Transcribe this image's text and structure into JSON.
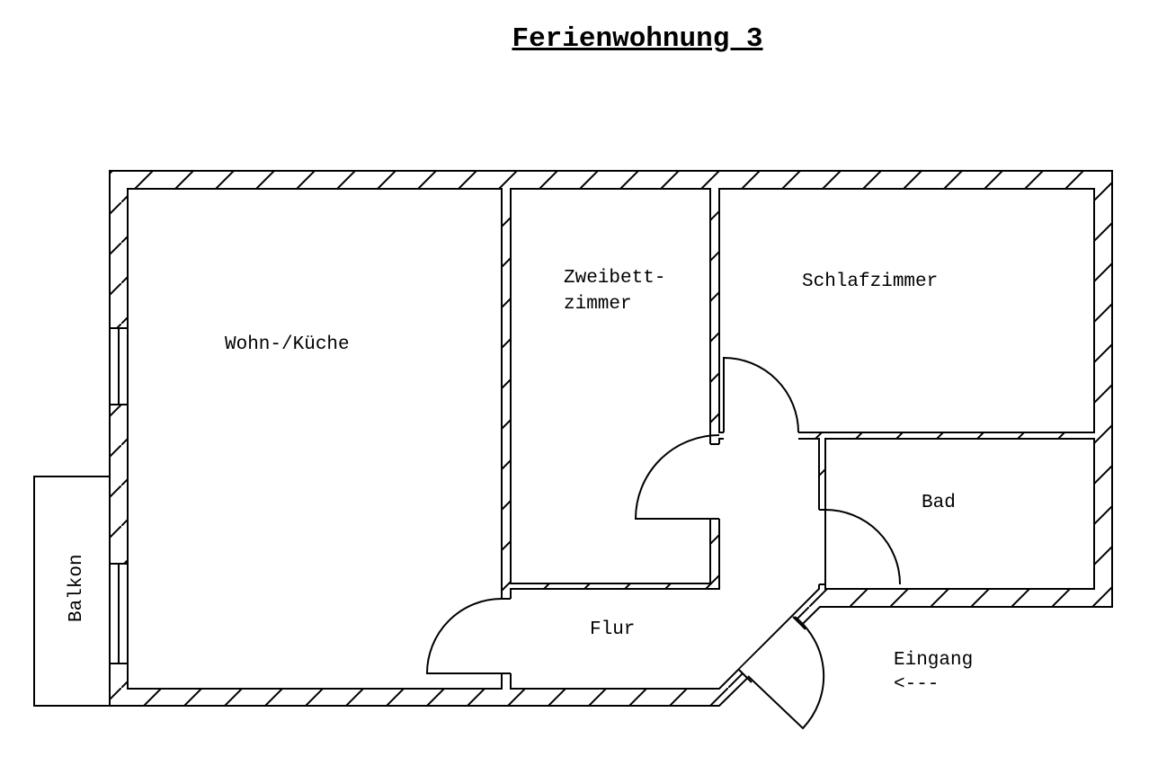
{
  "title": "Ferienwohnung 3",
  "rooms": {
    "wohn_kueche": "Wohn-/Küche",
    "zweibett_1": "Zweibett-",
    "zweibett_2": "zimmer",
    "schlafzimmer": "Schlafzimmer",
    "bad": "Bad",
    "flur": "Flur",
    "balkon": "Balkon"
  },
  "entrance": {
    "label": "Eingang",
    "arrow": "<---"
  }
}
